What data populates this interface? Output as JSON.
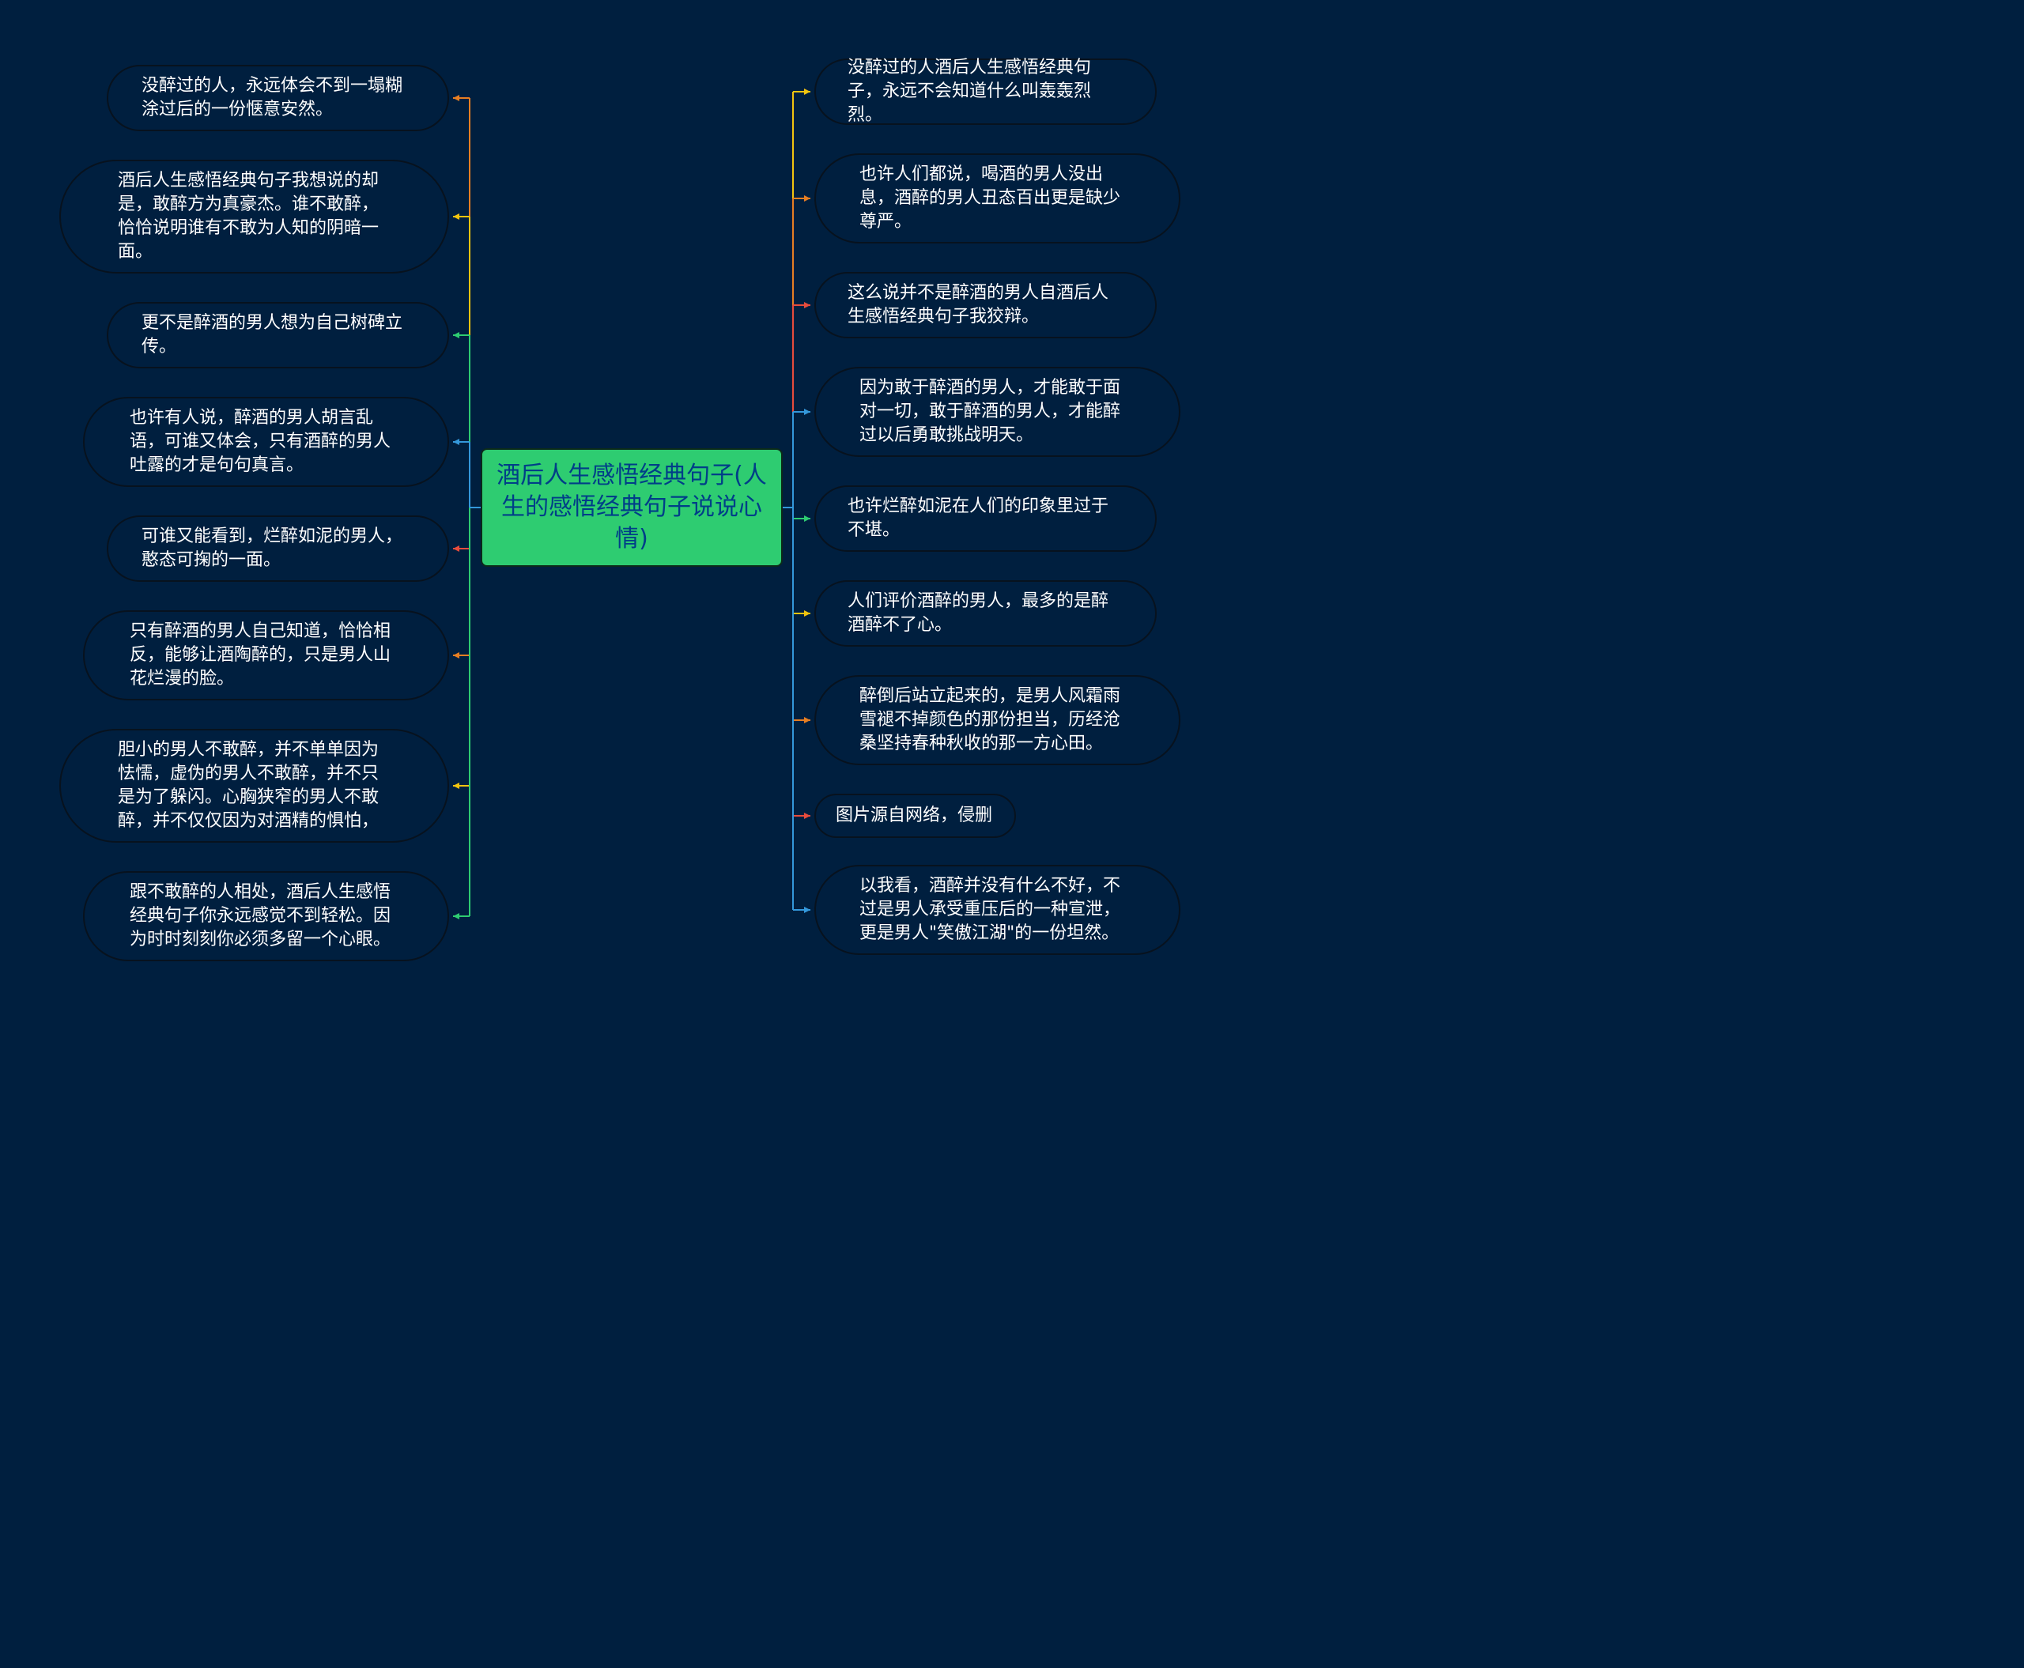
{
  "center": {
    "title": "酒后人生感悟经典句子(人生的感悟经典句子说说心情)"
  },
  "left": [
    {
      "text": "没醉过的人，永远体会不到一塌糊涂过后的一份惬意安然。",
      "color": "#e67e22"
    },
    {
      "text": "酒后人生感悟经典句子我想说的却是，敢醉方为真豪杰。谁不敢醉，恰恰说明谁有不敢为人知的阴暗一面。",
      "color": "#f1c40f"
    },
    {
      "text": "更不是醉酒的男人想为自己树碑立传。",
      "color": "#2ecc71"
    },
    {
      "text": "也许有人说，醉酒的男人胡言乱语，可谁又体会，只有酒醉的男人吐露的才是句句真言。",
      "color": "#3498db"
    },
    {
      "text": "可谁又能看到，烂醉如泥的男人，憨态可掬的一面。",
      "color": "#e74c3c"
    },
    {
      "text": "只有醉酒的男人自己知道，恰恰相反，能够让酒陶醉的，只是男人山花烂漫的脸。",
      "color": "#e67e22"
    },
    {
      "text": "胆小的男人不敢醉，并不单单因为怯懦，虚伪的男人不敢醉，并不只是为了躲闪。心胸狭窄的男人不敢醉，并不仅仅因为对酒精的惧怕，",
      "color": "#f1c40f"
    },
    {
      "text": "跟不敢醉的人相处，酒后人生感悟经典句子你永远感觉不到轻松。因为时时刻刻你必须多留一个心眼。",
      "color": "#2ecc71"
    }
  ],
  "right": [
    {
      "text": "没醉过的人酒后人生感悟经典句子，永远不会知道什么叫轰轰烈烈。",
      "color": "#f1c40f"
    },
    {
      "text": "也许人们都说，喝酒的男人没出息，酒醉的男人丑态百出更是缺少尊严。",
      "color": "#e67e22"
    },
    {
      "text": "这么说并不是醉酒的男人自酒后人生感悟经典句子我狡辩。",
      "color": "#e74c3c"
    },
    {
      "text": "因为敢于醉酒的男人，才能敢于面对一切，敢于醉酒的男人，才能醉过以后勇敢挑战明天。",
      "color": "#3498db"
    },
    {
      "text": "也许烂醉如泥在人们的印象里过于不堪。",
      "color": "#2ecc71"
    },
    {
      "text": "人们评价酒醉的男人，最多的是醉酒醉不了心。",
      "color": "#f1c40f"
    },
    {
      "text": "醉倒后站立起来的，是男人风霜雨雪褪不掉颜色的那份担当，历经沧桑坚持春种秋收的那一方心田。",
      "color": "#e67e22"
    },
    {
      "text": "图片源自网络，侵删",
      "color": "#e74c3c"
    },
    {
      "text": "以我看，酒醉并没有什么不好，不过是男人承受重压后的一种宣泄，更是男人\"笑傲江湖\"的一份坦然。",
      "color": "#3498db"
    }
  ]
}
